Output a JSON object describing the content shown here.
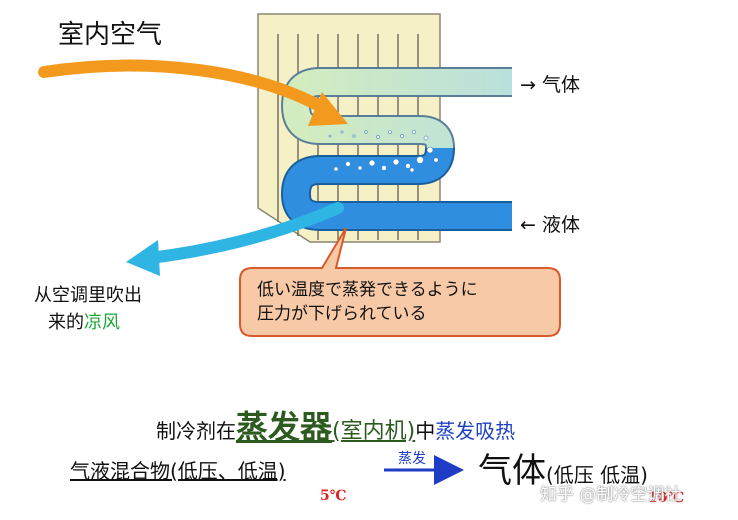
{
  "labels": {
    "indoor_air": "室内空气",
    "gas_arrow": "→ 气体",
    "liquid_arrow": "← 液体",
    "outflow_line1": "从空调里吹出",
    "outflow_line2_prefix": "来的",
    "outflow_line2_cool": "凉风"
  },
  "callout": {
    "line1": "低い温度で蒸発できるように",
    "line2": "圧力が下げられている"
  },
  "title": {
    "prefix": "制冷剂在",
    "evaporator": "蒸发器",
    "indoor_unit": "(室内机)",
    "middle": "中",
    "action": "蒸发吸热"
  },
  "process": {
    "from": "气液混合物(低压、低温)",
    "arrow_label": "蒸发",
    "to_big": "气体",
    "to_paren": "(低压   低温)",
    "temp_from": "5℃",
    "temp_to": "10℃"
  },
  "watermark": "知乎 @制冷空调社",
  "colors": {
    "panel": "#f6f0c6",
    "panel_lines": "#6d6a5a",
    "tube_gas": "#cfe8b8",
    "tube_liquid": "#2f8ee0",
    "warm_arrow": "#f39a1e",
    "cool_arrow": "#2fb5e3",
    "callout_fill": "#f8c9a6",
    "callout_border": "#d65a2a",
    "title_green": "#2d5b1f",
    "accent_blue": "#1f42c4",
    "temp_red": "#e0201d"
  }
}
